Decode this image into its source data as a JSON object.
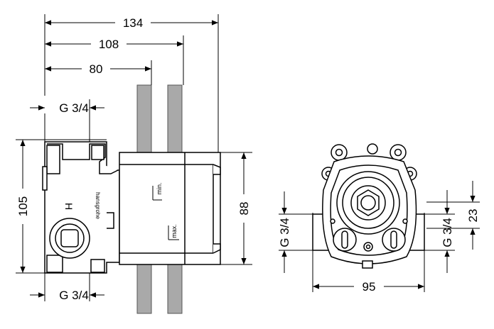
{
  "side_view": {
    "dims": {
      "overall_depth": "134",
      "depth_mid": "108",
      "depth_min": "80",
      "height": "105",
      "body_height": "88",
      "thread_top": "G 3/4",
      "thread_bottom": "G 3/4"
    },
    "wall_labels": {
      "min": "min.",
      "max": "max."
    },
    "brand_text": "hansgrohe",
    "hot_mark": "H"
  },
  "front_view": {
    "dims": {
      "width": "95",
      "offset_right": "23",
      "thread_left": "G 3/4",
      "thread_right": "G 3/4"
    }
  }
}
